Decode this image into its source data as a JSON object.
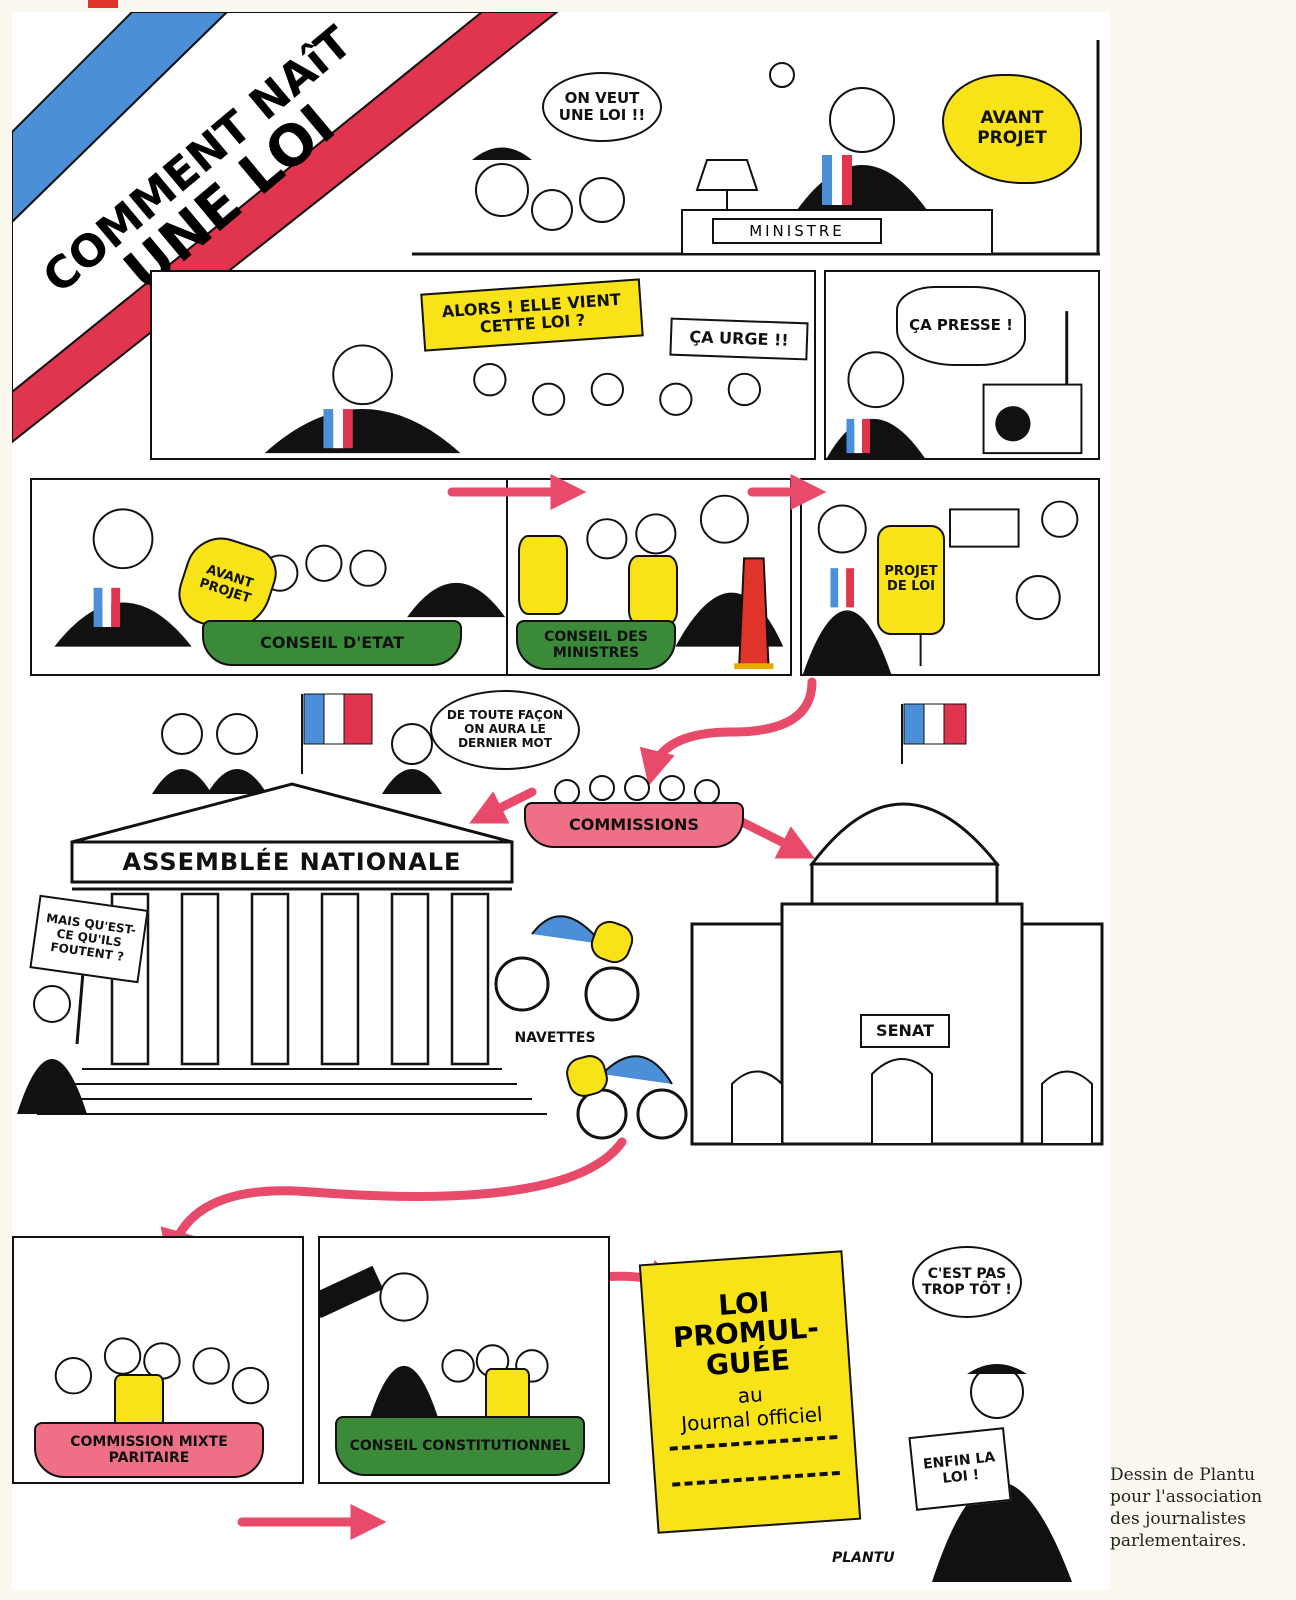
{
  "title": {
    "line1": "COMMENT NAîT",
    "line2": "UNE LOI"
  },
  "colors": {
    "flag_blue": "#4a8fd8",
    "flag_red": "#e1344f",
    "arrow_pink": "#e84a6a",
    "highlight_yellow": "#f7e318",
    "table_green": "#3b8a3a",
    "table_pink": "#ef6f86"
  },
  "panel1": {
    "crowd_bubble": "ON VEUT UNE LOI !!",
    "avant_projet": "AVANT PROJET",
    "desk_label": "MINISTRE"
  },
  "panel2": {
    "banner1": "ALORS ! ELLE VIENT CETTE LOI ?",
    "banner2": "ÇA URGE !!"
  },
  "panel3": {
    "bubble": "ÇA PRESSE !"
  },
  "panel4": {
    "paper": "AVANT PROJET",
    "table": "CONSEIL D'ETAT"
  },
  "panel5": {
    "table": "CONSEIL DES MINISTRES"
  },
  "panel6": {
    "paper": "PROJET DE LOI"
  },
  "middle": {
    "speech": "DE TOUTE FAÇON ON AURA LE DERNIER MOT",
    "commissions": "COMMISSIONS",
    "assemblee": "ASSEMBLÉE NATIONALE",
    "sign": "MAIS QU'EST-CE QU'ILS FOUTENT ?",
    "navettes": "NAVETTES",
    "senat": "SENAT"
  },
  "bottom": {
    "cmp": "COMMISSION MIXTE PARITAIRE",
    "conseil_constitutionnel": "CONSEIL CONSTITUTIONNEL",
    "poster_big": "LOI PROMUL-GUÉE",
    "poster_small1": "au",
    "poster_small2": "Journal officiel",
    "reader_bubble": "C'EST PAS TROP TÔT !",
    "newspaper": "ENFIN LA LOI !",
    "signature": "PLANTU"
  },
  "caption": {
    "line1": "Dessin de Plantu",
    "line2": "pour l'association",
    "line3": "des journalistes",
    "line4": "parlementaires."
  }
}
